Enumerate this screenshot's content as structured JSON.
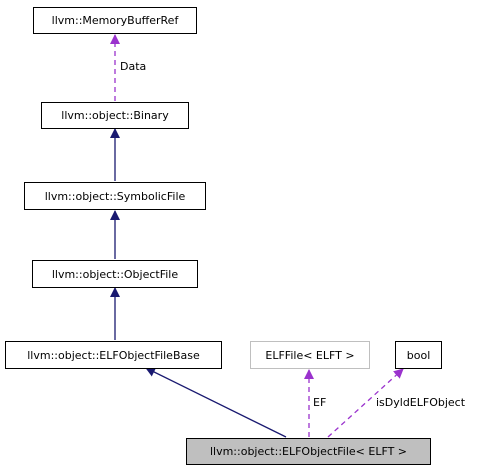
{
  "nodes": {
    "memory_buffer_ref": "llvm::MemoryBufferRef",
    "binary": "llvm::object::Binary",
    "symbolic_file": "llvm::object::SymbolicFile",
    "object_file": "llvm::object::ObjectFile",
    "elf_object_file_base": "llvm::object::ELFObjectFileBase",
    "elf_file": "ELFFile< ELFT >",
    "bool": "bool",
    "elf_object_file": "llvm::object::ELFObjectFile< ELFT >"
  },
  "edge_labels": {
    "data": "Data",
    "ef": "EF",
    "is_dyld": "isDyldELFObject"
  },
  "colors": {
    "inheritance": "#191970",
    "usage": "#9a32cd",
    "node_border": "#000000",
    "node_border_muted": "#bfbfbf",
    "highlight_fill": "#bfbfbf"
  }
}
